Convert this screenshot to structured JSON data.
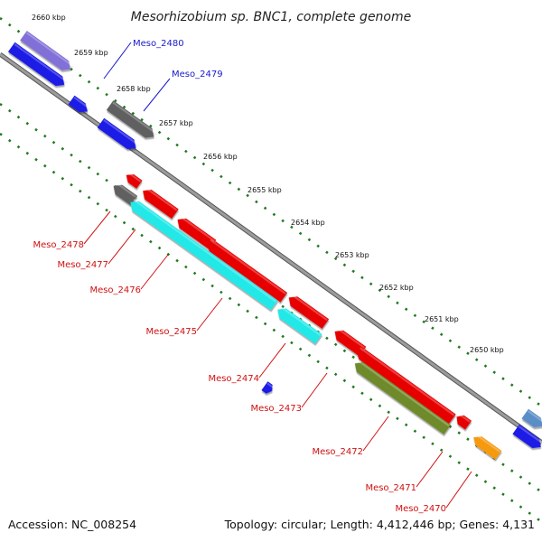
{
  "title": "Mesorhizobium sp. BNC1, complete genome",
  "footer": {
    "accession": "Accession: NC_008254",
    "topology": "Topology: circular; Length: 4,412,446 bp; Genes: 4,131"
  },
  "colors": {
    "backbone": "#8c8c8c",
    "tick_dots": "#1f7a1f",
    "label_forward": "#1a1acc",
    "label_reverse": "#d01010"
  },
  "scale_ticks": [
    "2660 kbp",
    "2659 kbp",
    "2658 kbp",
    "2657 kbp",
    "2656 kbp",
    "2655 kbp",
    "2654 kbp",
    "2653 kbp",
    "2652 kbp",
    "2651 kbp",
    "2650 kbp"
  ],
  "gene_labels": [
    {
      "name": "Meso_2480",
      "strand": "forward"
    },
    {
      "name": "Meso_2479",
      "strand": "forward"
    },
    {
      "name": "Meso_2478",
      "strand": "reverse"
    },
    {
      "name": "Meso_2477",
      "strand": "reverse"
    },
    {
      "name": "Meso_2476",
      "strand": "reverse"
    },
    {
      "name": "Meso_2475",
      "strand": "reverse"
    },
    {
      "name": "Meso_2474",
      "strand": "reverse"
    },
    {
      "name": "Meso_2473",
      "strand": "reverse"
    },
    {
      "name": "Meso_2472",
      "strand": "reverse"
    },
    {
      "name": "Meso_2471",
      "strand": "reverse"
    },
    {
      "name": "Meso_2470",
      "strand": "reverse"
    }
  ],
  "features": [
    {
      "kind": "forward-cds",
      "color": "#1a1ae6"
    },
    {
      "kind": "forward-cds",
      "color": "#1a1ae6"
    },
    {
      "kind": "forward-cds",
      "color": "#1a1ae6"
    },
    {
      "kind": "forward-cds",
      "color": "#1a1ae6"
    },
    {
      "kind": "forward-cds",
      "color": "#5a8ec8"
    },
    {
      "kind": "forward-cds",
      "color": "#1a1ae6"
    },
    {
      "kind": "forward-rna",
      "color": "#8070d8"
    },
    {
      "kind": "forward-other",
      "color": "#606060"
    },
    {
      "kind": "reverse-cds",
      "color": "#e60000"
    },
    {
      "kind": "reverse-cds",
      "color": "#e60000"
    },
    {
      "kind": "reverse-cds",
      "color": "#e60000"
    },
    {
      "kind": "reverse-cds",
      "color": "#e60000"
    },
    {
      "kind": "reverse-cds",
      "color": "#e60000"
    },
    {
      "kind": "reverse-cds",
      "color": "#e60000"
    },
    {
      "kind": "reverse-cds",
      "color": "#e60000"
    },
    {
      "kind": "reverse-cds",
      "color": "#e60000"
    },
    {
      "kind": "reverse-other",
      "color": "#606060"
    },
    {
      "kind": "reverse-rna",
      "color": "#22e8e8"
    },
    {
      "kind": "reverse-rna",
      "color": "#22e8e8"
    },
    {
      "kind": "reverse-rna",
      "color": "#6e8a2a"
    },
    {
      "kind": "reverse-rna",
      "color": "#f5990f"
    }
  ]
}
